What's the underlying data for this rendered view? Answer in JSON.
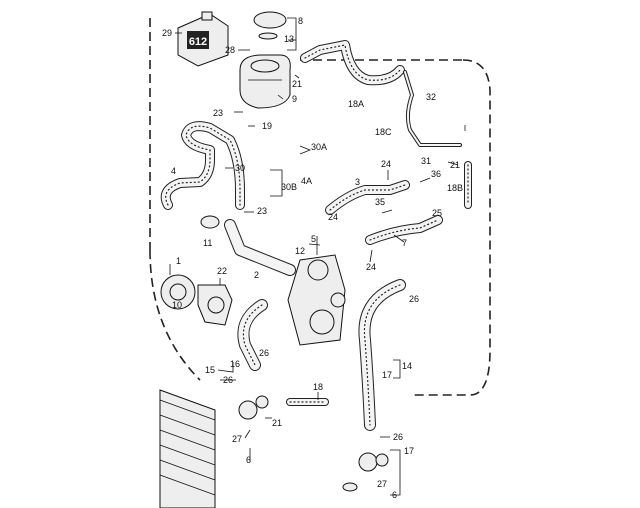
{
  "diagram": {
    "callouts": [
      "29",
      "8",
      "13",
      "28",
      "9",
      "21",
      "18A",
      "23",
      "32",
      "19",
      "18C",
      "30A",
      "31",
      "4",
      "30",
      "4A",
      "30B",
      "23",
      "24",
      "36",
      "3",
      "35",
      "21",
      "18B",
      "25",
      "11",
      "2",
      "24",
      "7",
      "12",
      "5",
      "1",
      "24",
      "10",
      "22",
      "26",
      "16",
      "26",
      "15",
      "14",
      "17",
      "6",
      "18",
      "26",
      "27",
      "21",
      "26",
      "17",
      "27",
      "6"
    ],
    "reservoir_label": "612"
  }
}
